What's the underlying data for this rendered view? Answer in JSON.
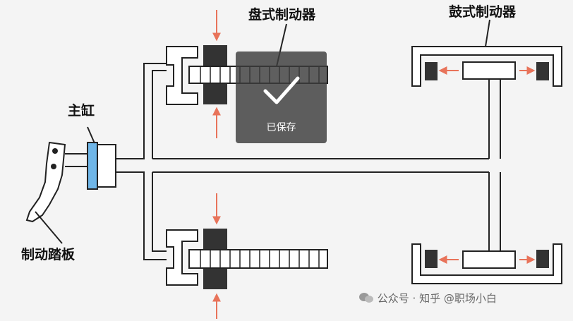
{
  "labels": {
    "disc_brake": "盘式制动器",
    "drum_brake": "鼓式制动器",
    "master_cylinder": "主缸",
    "brake_pedal": "制动踏板"
  },
  "toast": {
    "text": "已保存",
    "icon": "checkmark-icon"
  },
  "watermark": {
    "text": "公众号 · 知乎 @职场小白",
    "icon": "wechat-icon"
  },
  "colors": {
    "arrow": "#e8735a",
    "cylinder": "#6fb6e8",
    "pad": "#333333",
    "line": "#222222"
  }
}
